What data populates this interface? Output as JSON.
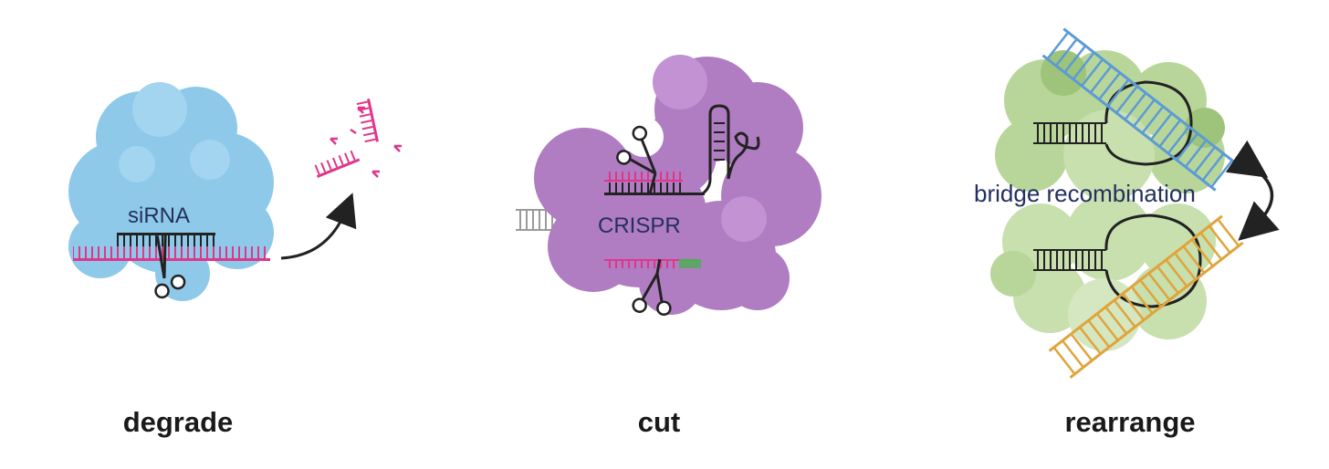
{
  "panels": {
    "degrade": {
      "caption": "degrade",
      "label": "siRNA",
      "colors": {
        "protein": "#8ec9ea",
        "protein_dark": "#6fb4dc",
        "rna": "#e0368a",
        "dna": "#222222"
      }
    },
    "cut": {
      "caption": "cut",
      "label": "CRISPR",
      "colors": {
        "protein": "#b07cc2",
        "protein_dark": "#9a62ae",
        "rna": "#e0368a",
        "pam": "#4caf50",
        "dna": "#222222"
      }
    },
    "rearrange": {
      "caption": "rearrange",
      "label": "bridge recombination",
      "colors": {
        "protein": "#b9d69a",
        "protein_dark": "#9dc47a",
        "dna_top": "#5b9bd5",
        "dna_bottom": "#e0a43a",
        "dna": "#222222"
      }
    }
  }
}
